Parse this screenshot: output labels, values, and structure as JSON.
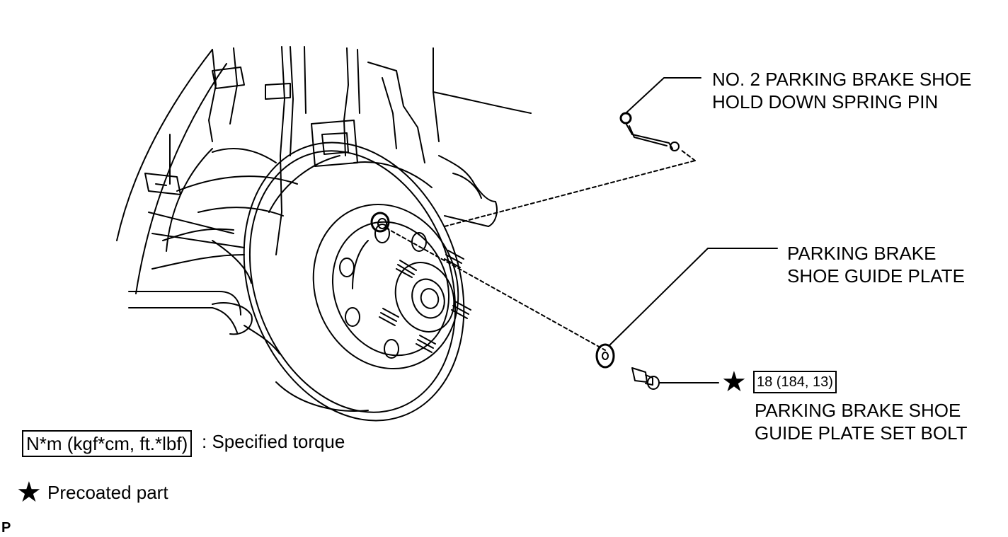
{
  "labels": {
    "spring_pin": [
      "NO. 2 PARKING BRAKE SHOE",
      "HOLD DOWN SPRING PIN"
    ],
    "guide_plate": [
      "PARKING BRAKE",
      "SHOE GUIDE PLATE"
    ],
    "set_bolt": [
      "PARKING BRAKE SHOE",
      "GUIDE PLATE SET BOLT"
    ]
  },
  "torque": {
    "set_bolt_value": "18 (184, 13)"
  },
  "legend": {
    "torque_unit": "N*m (kgf*cm, ft.*lbf)",
    "torque_desc": ": Specified torque",
    "precoated_symbol": "★",
    "precoated_desc": "Precoated part"
  },
  "corner_mark": "P"
}
